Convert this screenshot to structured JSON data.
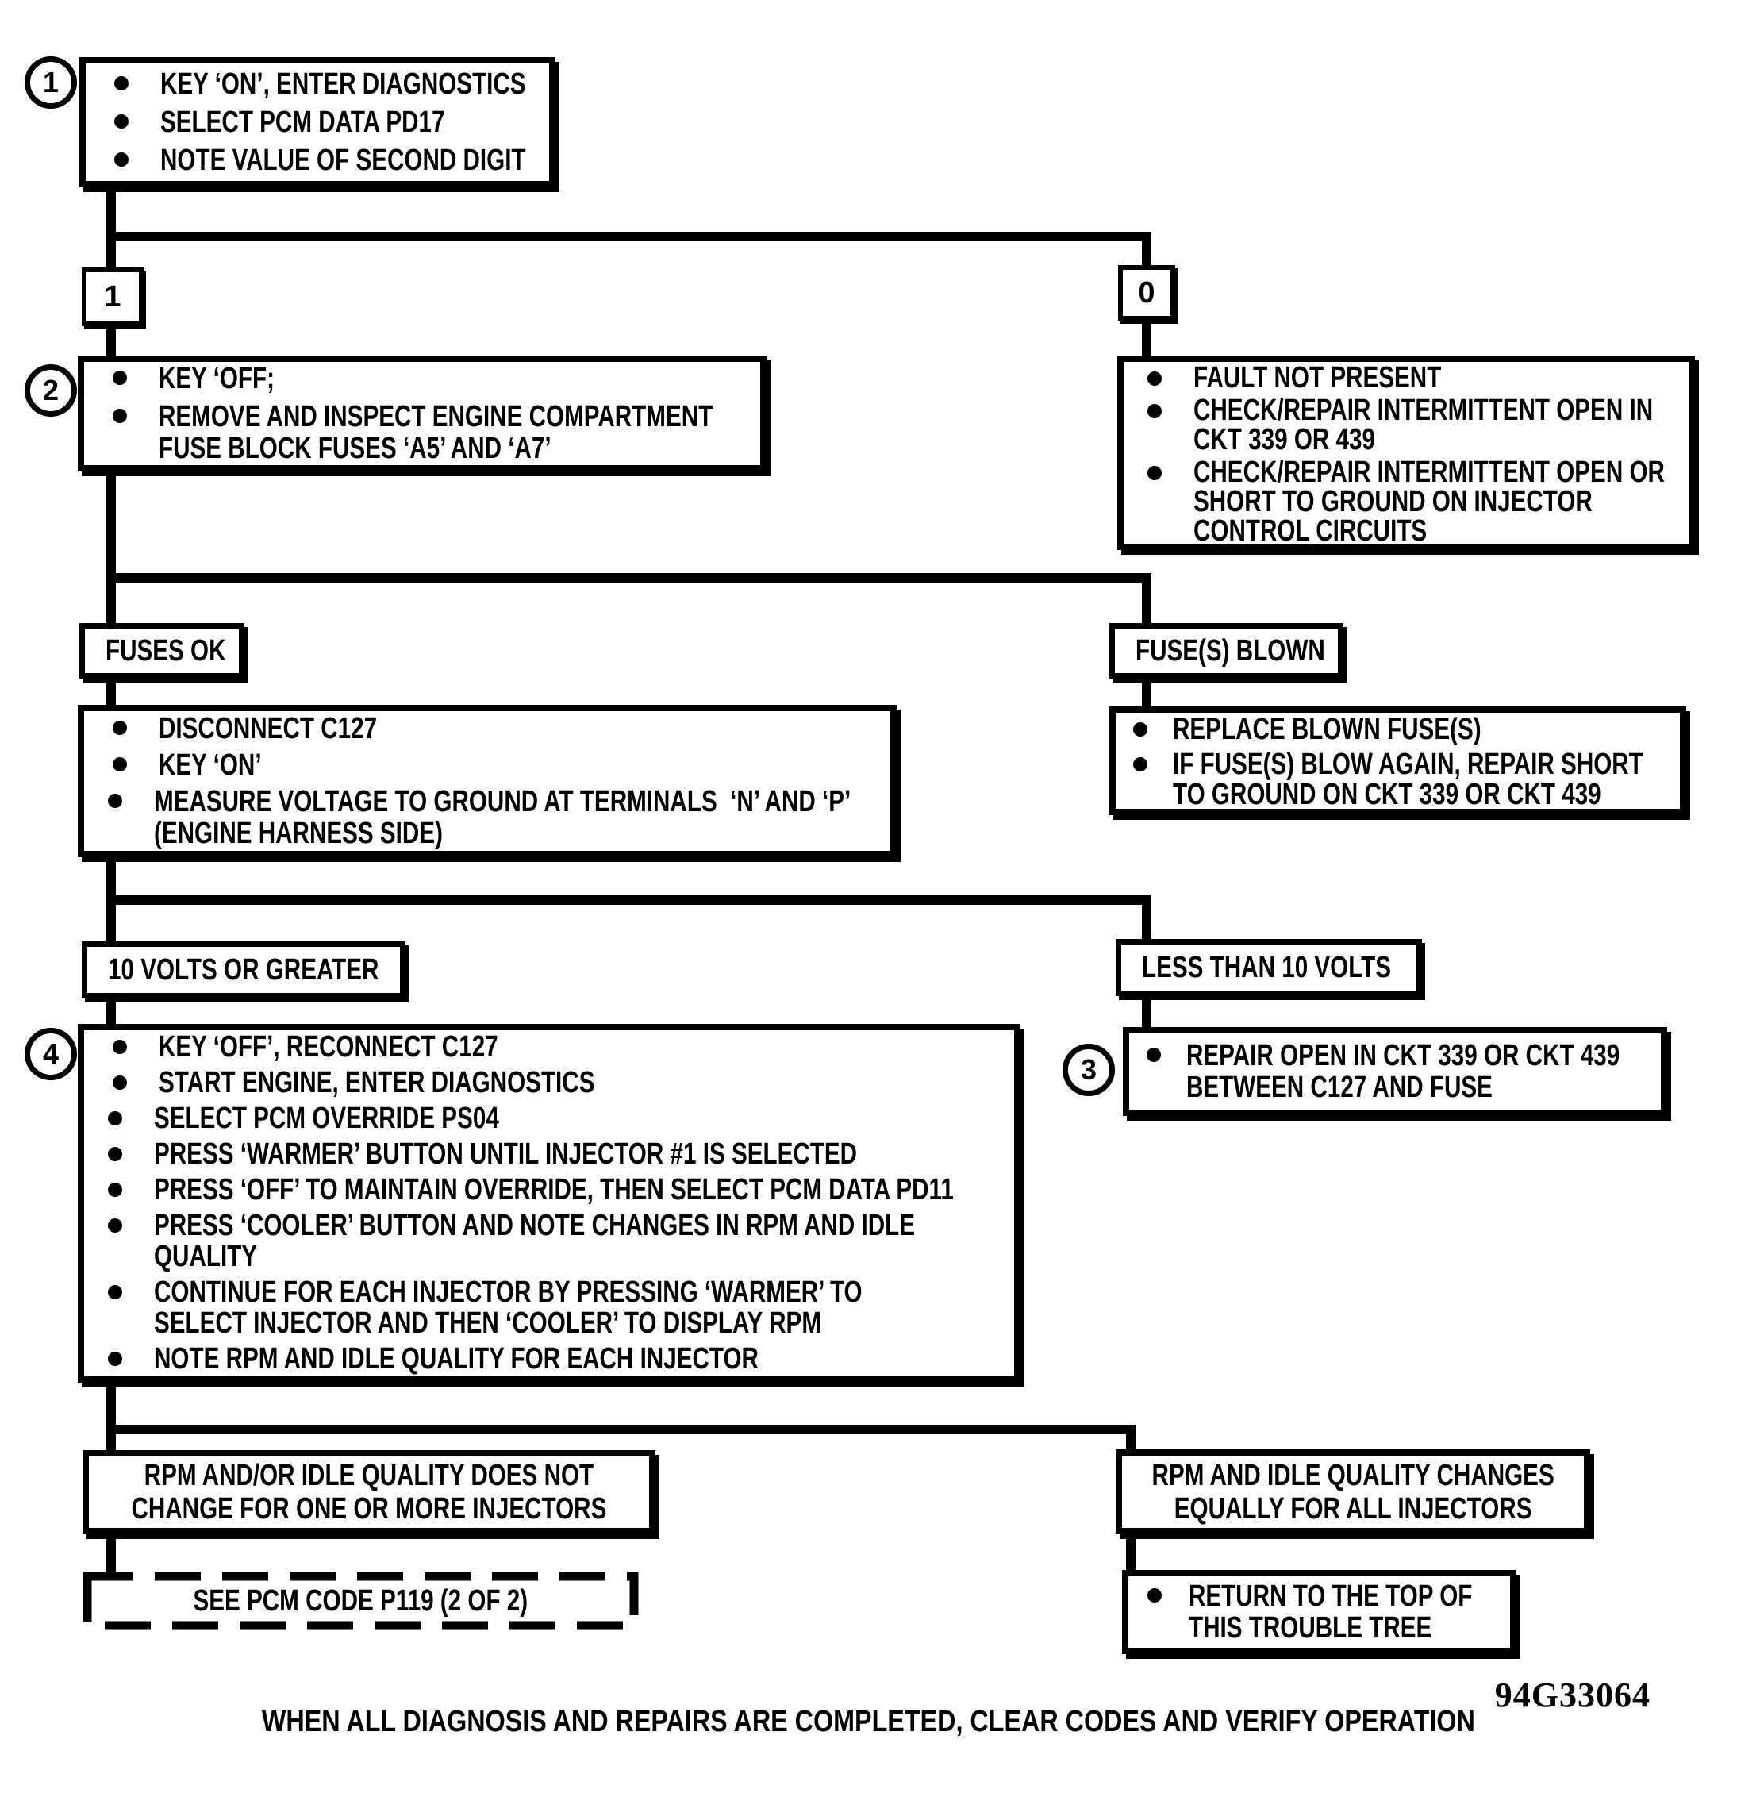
{
  "colors": {
    "ink": "#000000",
    "paper": "#ffffff"
  },
  "bullet_icon": "●",
  "branches": {
    "digit_one": "1",
    "digit_zero": "0"
  },
  "labels": {
    "fuses_ok": "FUSES OK",
    "fuses_blown": "FUSE(S) BLOWN",
    "ten_volts_or_greater": "10 VOLTS OR GREATER",
    "less_than_ten_volts": "LESS THAN 10 VOLTS",
    "no_change": "RPM AND/OR IDLE QUALITY DOES NOT\nCHANGE FOR ONE OR MORE INJECTORS",
    "equal_change": "RPM AND IDLE QUALITY CHANGES\nEQUALLY FOR ALL INJECTORS",
    "see_pcm_code": "SEE PCM CODE P119 (2 OF 2)"
  },
  "steps": {
    "step1": {
      "number": "1",
      "bullets": [
        "KEY ‘ON’, ENTER DIAGNOSTICS",
        "SELECT PCM DATA PD17",
        "NOTE VALUE OF SECOND DIGIT"
      ]
    },
    "step2": {
      "number": "2",
      "bullets": [
        "KEY ‘OFF;",
        "REMOVE AND INSPECT ENGINE COMPARTMENT\nFUSE BLOCK FUSES ‘A5’ AND ‘A7’"
      ]
    },
    "fault_not_present": {
      "bullets": [
        "FAULT NOT PRESENT",
        "CHECK/REPAIR INTERMITTENT OPEN IN\nCKT 339 OR 439",
        "CHECK/REPAIR INTERMITTENT OPEN OR\nSHORT TO GROUND ON INJECTOR\nCONTROL CIRCUITS"
      ]
    },
    "measure_voltage": {
      "bullets": [
        "DISCONNECT C127",
        "KEY ‘ON’",
        "MEASURE VOLTAGE TO GROUND AT TERMINALS  ‘N’ AND ‘P’\n(ENGINE HARNESS SIDE)"
      ]
    },
    "replace_fuses": {
      "bullets": [
        "REPLACE BLOWN FUSE(S)",
        "IF FUSE(S) BLOW AGAIN, REPAIR SHORT\nTO GROUND ON CKT 339 OR CKT 439"
      ]
    },
    "step4": {
      "number": "4",
      "bullets": [
        "KEY ‘OFF’, RECONNECT C127",
        "START ENGINE, ENTER DIAGNOSTICS",
        "SELECT PCM OVERRIDE PS04",
        "PRESS ‘WARMER’ BUTTON UNTIL INJECTOR #1 IS SELECTED",
        "PRESS ‘OFF’ TO MAINTAIN OVERRIDE, THEN SELECT PCM DATA PD11",
        "PRESS ‘COOLER’ BUTTON AND NOTE CHANGES IN RPM AND IDLE\nQUALITY",
        "CONTINUE FOR EACH INJECTOR BY PRESSING ‘WARMER’ TO\nSELECT INJECTOR AND THEN ‘COOLER’ TO DISPLAY RPM",
        "NOTE RPM AND IDLE QUALITY FOR EACH INJECTOR"
      ]
    },
    "step3": {
      "number": "3",
      "bullets": [
        "REPAIR OPEN IN CKT 339 OR CKT 439\nBETWEEN C127 AND FUSE"
      ]
    },
    "return_to_top": {
      "bullets": [
        "RETURN TO THE TOP OF\nTHIS TROUBLE TREE"
      ]
    }
  },
  "footer": {
    "figure_number": "94G33064",
    "note": "WHEN ALL DIAGNOSIS AND REPAIRS ARE COMPLETED, CLEAR CODES AND VERIFY OPERATION"
  }
}
